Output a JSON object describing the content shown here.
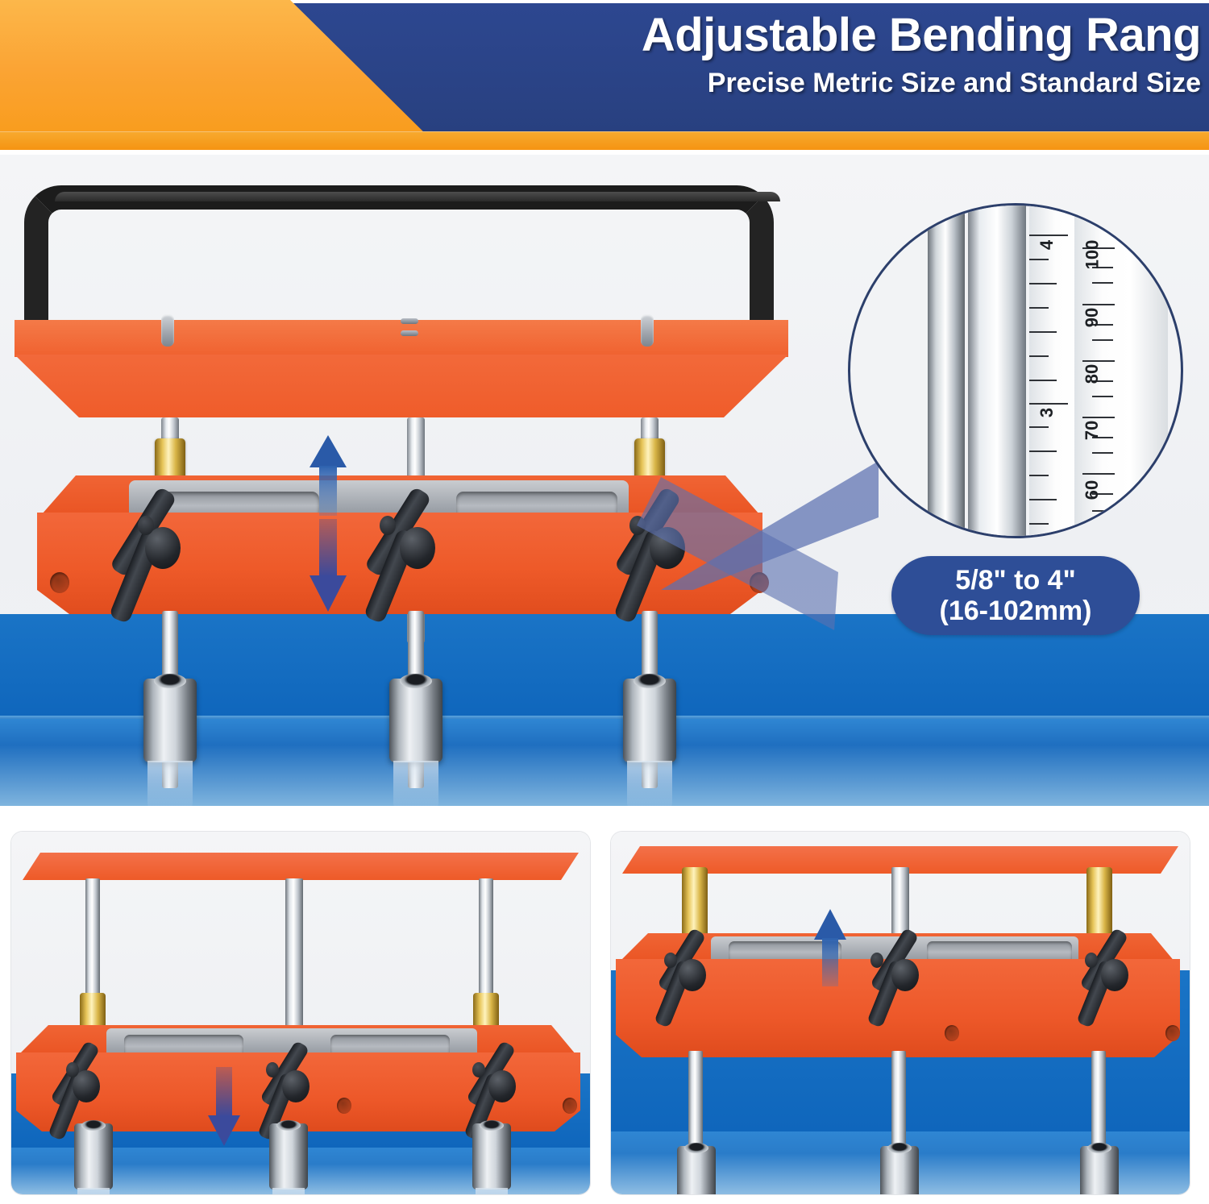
{
  "banner": {
    "title": "Adjustable Bending Rang",
    "subtitle": "Precise Metric Size and Standard Size",
    "blue": "#2d4790",
    "orange": "#fba434"
  },
  "callout": {
    "line1": "5/8\" to 4\"",
    "line2": "(16-102mm)",
    "background": "#2e4e97"
  },
  "magnifier": {
    "label": "ruler-scale-magnified",
    "imperial_ticks": [
      "4",
      "3"
    ],
    "metric_ticks": [
      "100",
      "90",
      "80",
      "70",
      "60"
    ]
  },
  "product": {
    "orange": "#f06234",
    "table_blue": "#1068be",
    "handle_black": "#1c1c1c",
    "brass": "#d9b648",
    "steel": "#cfd5db"
  },
  "hero": {
    "arrow_up": "up-arrow-indicator",
    "arrow_down": "down-arrow-indicator",
    "arrow_up_color": "#2d5fad",
    "arrow_down_color": "#3b4a9c"
  },
  "panels": [
    {
      "name": "panel-lowered-position",
      "arrow": "down"
    },
    {
      "name": "panel-raised-position",
      "arrow": "up"
    }
  ]
}
